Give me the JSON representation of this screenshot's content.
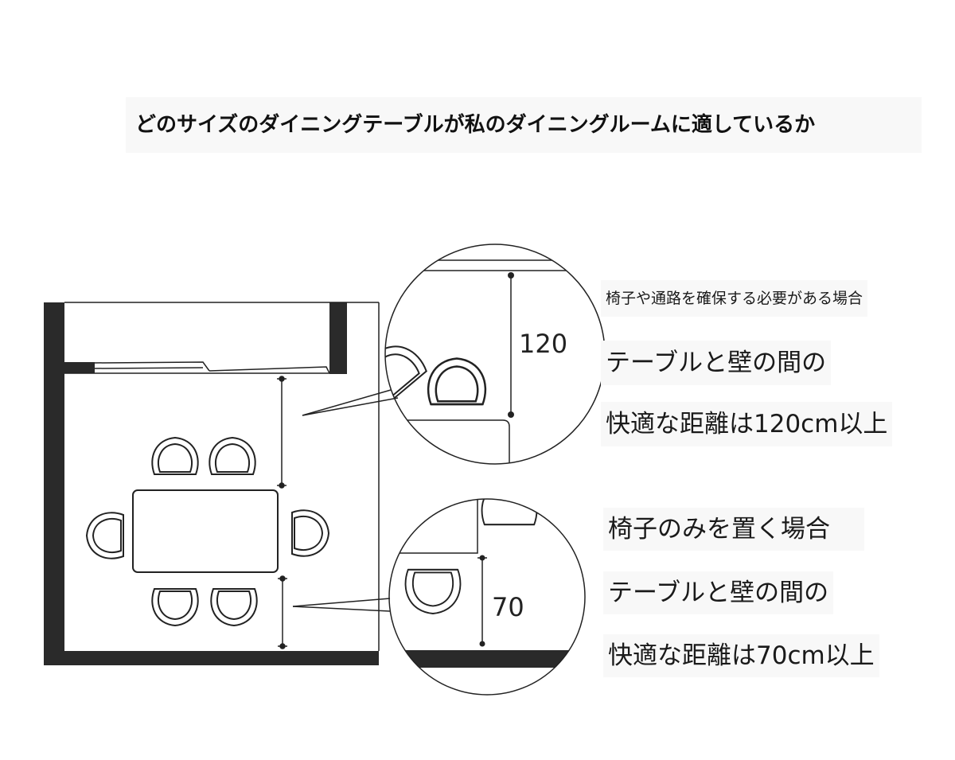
{
  "title": "どのサイズのダイニングテーブルが私のダイニングルームに適しているか",
  "case1": {
    "label": "椅子や通路を確保する必要がある場合",
    "line1": "テーブルと壁の間の",
    "line2": "快適な距離は120cm以上",
    "dimension": "120"
  },
  "case2": {
    "label": "椅子のみを置く場合",
    "line1": "テーブルと壁の間の",
    "line2": "快適な距離は70cm以上",
    "dimension": "70"
  },
  "colors": {
    "wall": "#2a2a2a",
    "line": "#222222",
    "background": "#ffffff"
  }
}
